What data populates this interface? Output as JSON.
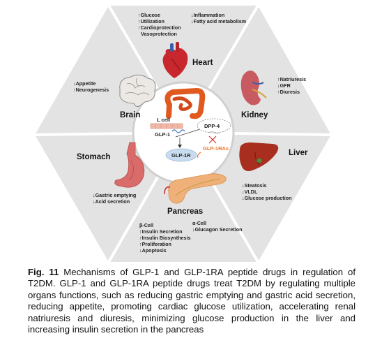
{
  "center": {
    "lcell": "L cell",
    "glp1": "GLP-1",
    "dpp4": "DPP-4",
    "glp1ras": "GLP-1RAs",
    "glp1r": "GLP-1R"
  },
  "organs": {
    "heart": {
      "title": "Heart",
      "effects": [
        "↑Glucose",
        "↑Utilization",
        "↑Cardioprotection",
        "Vasoprotection",
        "↓Inflammation",
        "↓Fatty acid metabolism"
      ]
    },
    "kidney": {
      "title": "Kidney",
      "effects": [
        "↑Natriuresis",
        "↓GFR",
        "↑Diuresis"
      ]
    },
    "liver": {
      "title": "Liver",
      "effects": [
        "↓Steatosis",
        "↓VLDL",
        "↓Glucose production"
      ]
    },
    "pancreas": {
      "title": "Pancreas",
      "effects": [
        "β-Cell",
        "↑Insulin Secretion",
        "↑Insulin Biosynthesis",
        "↑Proliferation",
        "↓Apoptosis",
        "α-Cell",
        "↓Glucagon Secretion"
      ]
    },
    "stomach": {
      "title": "Stomach",
      "effects": [
        "↓Gastric emptying",
        "↓Acid secretion"
      ]
    },
    "brain": {
      "title": "Brain",
      "effects": [
        "↓Appetite",
        "↑Neurogenesis"
      ]
    }
  },
  "caption": {
    "label": "Fig. 11",
    "text": "Mechanisms of GLP-1 and GLP-1RA peptide drugs in regulation of T2DM. GLP-1 and GLP-1RA peptide drugs treat T2DM by regulating multiple organs functions, such as reducing gastric emptying and gastric acid secretion, reducing appetite, promoting cardiac glucose utilization, accelerating renal natriuresis and diuresis, minimizing glucose production in the liver and increasing insulin secretion in the pancreas"
  },
  "colors": {
    "hexagon_fill": "#e3e3e3",
    "divider": "#ffffff",
    "center_fill": "#ffffff",
    "center_ring": "#cfcfcf",
    "heart": "#c8282d",
    "kidney": "#c85a62",
    "liver": "#a82f20",
    "stomach": "#d96b6b",
    "pancreas": "#f0b07a",
    "brain": "#e8e4e0",
    "intestine": "#e05a20",
    "glp1ras_text": "#e8762c",
    "glp1r_fill": "#c9dcef"
  }
}
